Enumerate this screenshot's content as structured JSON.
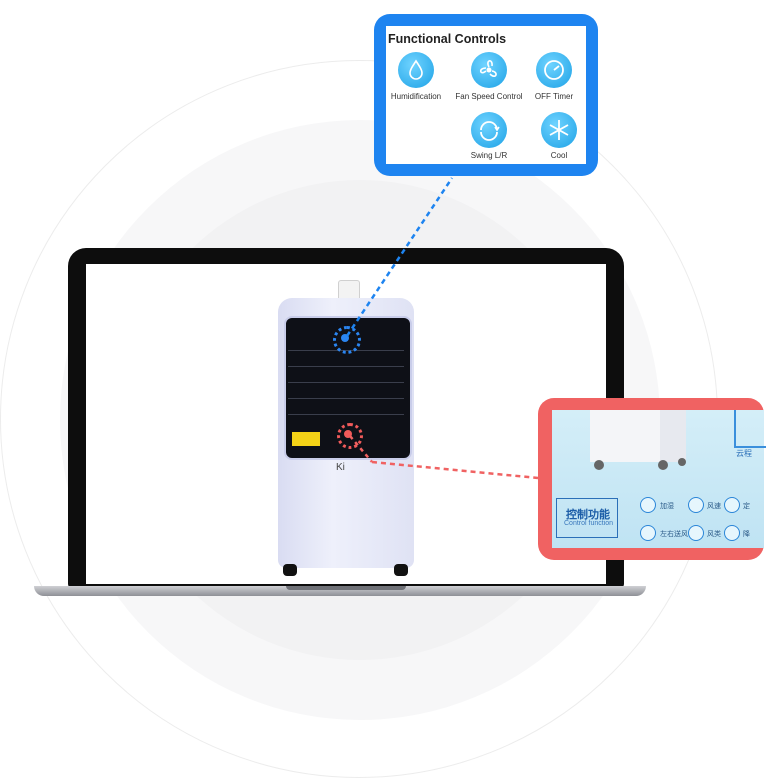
{
  "callout_top": {
    "title": "Functional Controls",
    "buttons": [
      {
        "label": "Humidification",
        "icon": "humidification-icon"
      },
      {
        "label": "Fan Speed Control",
        "icon": "fan-icon"
      },
      {
        "label": "OFF Timer",
        "icon": "timer-icon"
      },
      {
        "label": "Swing L/R",
        "icon": "swing-icon"
      },
      {
        "label": "Cool",
        "icon": "snowflake-icon"
      }
    ]
  },
  "callout_bottom": {
    "title": "控制功能",
    "subtitle": "Control function",
    "remote_label": "云程",
    "buttons": [
      {
        "label": "加湿",
        "icon": "humidification-icon"
      },
      {
        "label": "风速",
        "icon": "fan-icon"
      },
      {
        "label": "定",
        "icon": "timer-icon"
      },
      {
        "label": "左右送风",
        "icon": "swing-icon"
      },
      {
        "label": "风类",
        "icon": "wind-type-icon"
      },
      {
        "label": "降",
        "icon": "snowflake-icon"
      }
    ]
  },
  "product": {
    "logo_text": "Ki"
  },
  "colors": {
    "blue_accent": "#1e84f0",
    "red_accent": "#f06262",
    "laptop": "#0d0d0d"
  }
}
